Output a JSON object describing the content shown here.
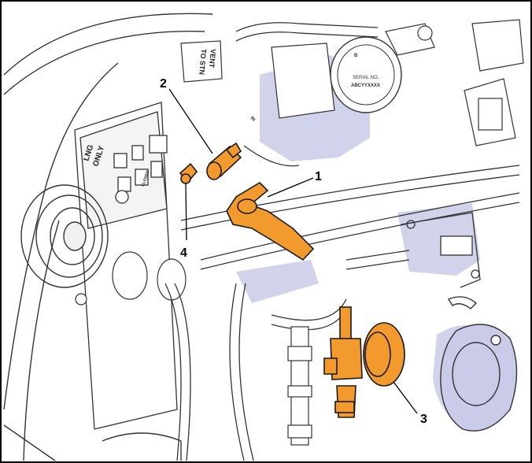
{
  "callouts": [
    {
      "number": "1"
    },
    {
      "number": "2"
    },
    {
      "number": "3"
    },
    {
      "number": "4"
    }
  ],
  "decals": {
    "vent_line_1": "VENT",
    "vent_line_2": "TO STN",
    "lng_line_1": "LNG",
    "lng_line_2": "ONLY",
    "closed": "CLOSED",
    "serial_label": "SERIAL NO.",
    "serial_value": "ABCYYXXXX",
    "port_label": "B",
    "fitting_label": "IN"
  },
  "colors": {
    "highlight": "#f29a2e",
    "highlight_outline": "#1a1a1a",
    "shadow_tint": "#c9cbe8",
    "line_art": "#333333",
    "frame": "#000000"
  }
}
